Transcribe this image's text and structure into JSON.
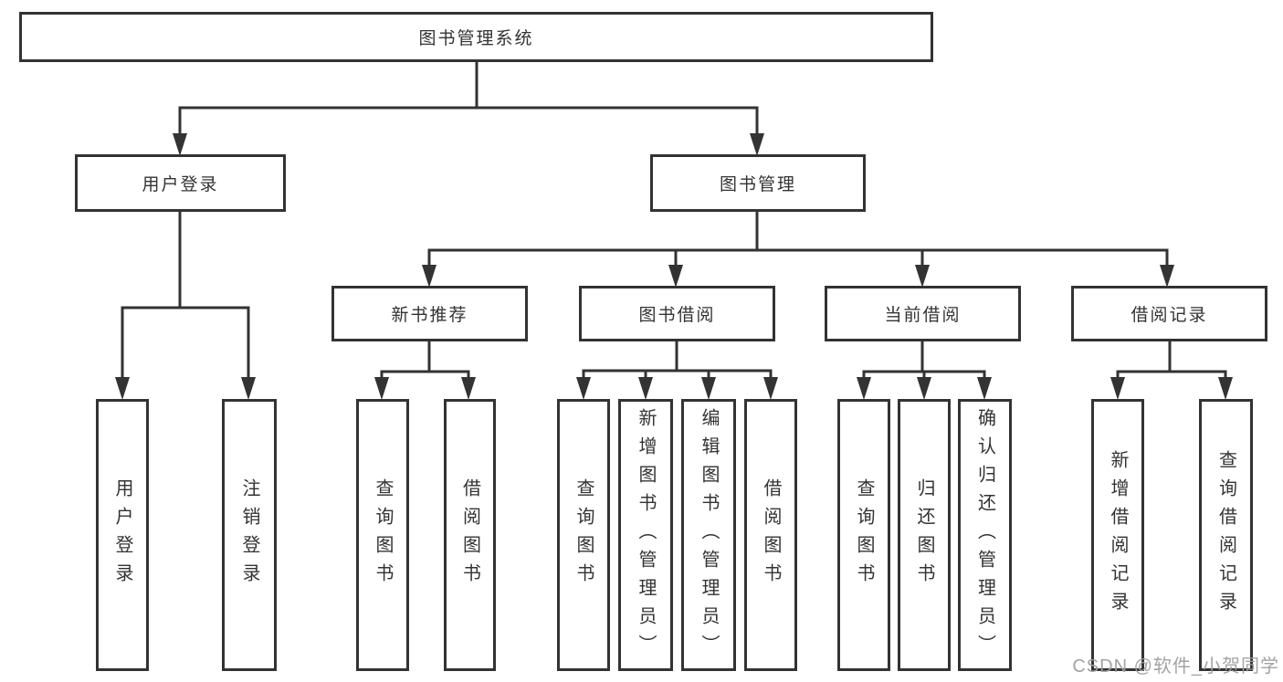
{
  "diagram": {
    "root": {
      "label": "图书管理系统"
    },
    "level2": [
      {
        "label": "用户登录"
      },
      {
        "label": "图书管理"
      }
    ],
    "level3": [
      {
        "label": "新书推荐"
      },
      {
        "label": "图书借阅"
      },
      {
        "label": "当前借阅"
      },
      {
        "label": "借阅记录"
      }
    ],
    "leaves": {
      "user_login": [
        "用户登录",
        "注销登录"
      ],
      "new_book": [
        "查询图书",
        "借阅图书"
      ],
      "book_borrow": [
        "查询图书",
        "新增图书（管理员）",
        "编辑图书（管理员）",
        "借阅图书"
      ],
      "current_borrow": [
        "查询图书",
        "归还图书",
        "确认归还（管理员）"
      ],
      "borrow_record": [
        "新增借阅记录",
        "查询借阅记录"
      ]
    }
  },
  "watermark": {
    "text": "CSDN @软件_小贺同学"
  },
  "colors": {
    "line": "#333333",
    "text": "#333333",
    "box_fill": "#ffffff",
    "watermark": "#9e9e9e",
    "background": "#ffffff"
  }
}
